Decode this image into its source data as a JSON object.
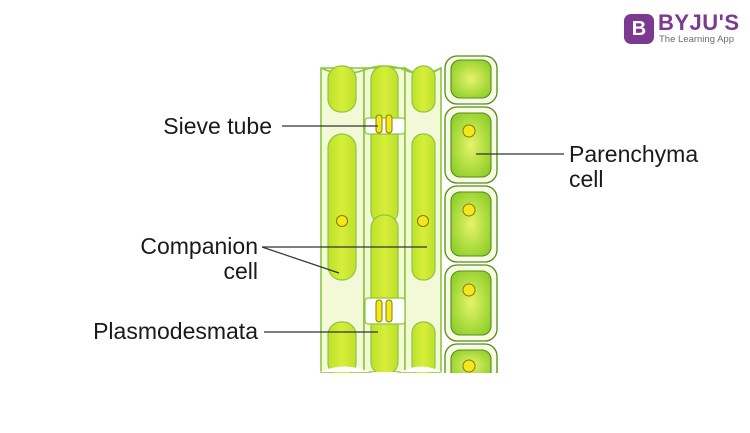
{
  "labels": {
    "sieve_tube": "Sieve tube",
    "companion_line1": "Companion",
    "companion_line2": "cell",
    "plasmodesmata": "Plasmodesmata",
    "parenchyma_line1": "Parenchyma",
    "parenchyma_line2": "cell"
  },
  "logo": {
    "badge_letter": "B",
    "brand": "BYJU'S",
    "tagline": "The Learning App"
  },
  "colors": {
    "cell_fill": "#cbe82a",
    "cell_light": "#f1f8c4",
    "outline_green": "#8cc63f",
    "parenchyma_fill": "#8ecf2a",
    "nucleus": "#f3e81c",
    "leader_line": "#333333",
    "brand_purple": "#7b3a8f"
  }
}
